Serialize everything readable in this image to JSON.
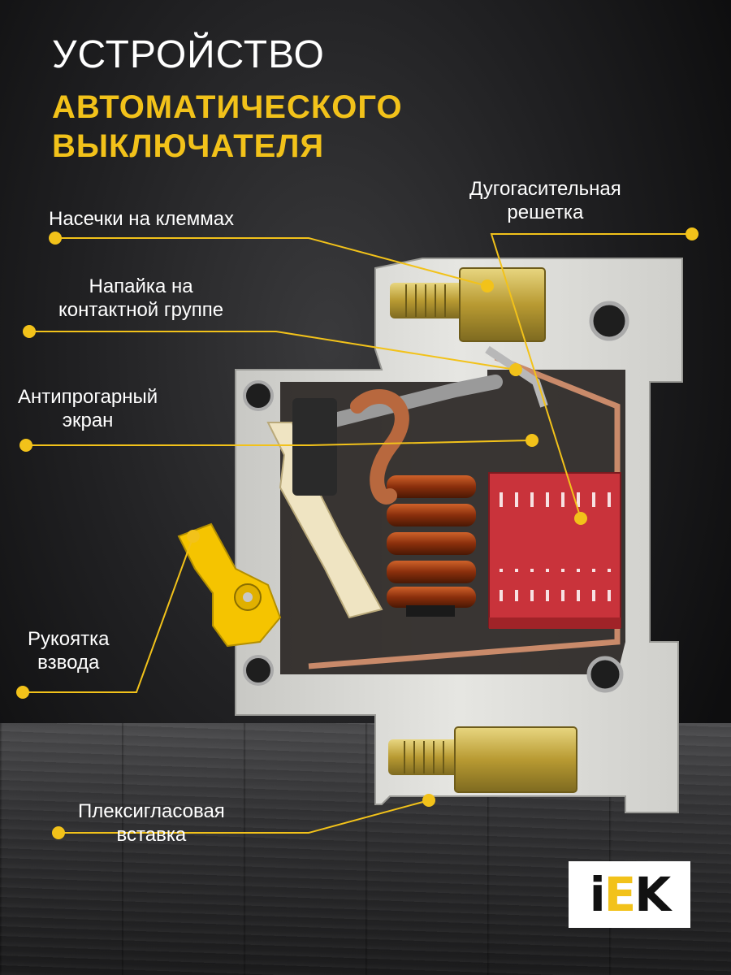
{
  "title": {
    "line1": "УСТРОЙСТВО",
    "line2": "АВТОМАТИЧЕСКОГО",
    "line3": "ВЫКЛЮЧАТЕЛЯ"
  },
  "callouts": [
    {
      "id": "terminal-notches",
      "lines": [
        "Насечки на клеммах"
      ]
    },
    {
      "id": "contact-solder",
      "lines": [
        "Напайка на",
        "контактной группе"
      ]
    },
    {
      "id": "antiburn-screen",
      "lines": [
        "Антипрогарный",
        "экран"
      ]
    },
    {
      "id": "cocking-handle",
      "lines": [
        "Рукоятка",
        "взвода"
      ]
    },
    {
      "id": "plexiglass-insert",
      "lines": [
        "Плексигласовая",
        "вставка"
      ]
    },
    {
      "id": "arc-chute",
      "lines": [
        "Дугогасительная",
        "решетка"
      ]
    }
  ],
  "logo": {
    "part1": "i",
    "part2": "E",
    "part3": "K"
  },
  "colors": {
    "accent": "#f2c21a",
    "text": "#ffffff",
    "background": "#1c1c1e",
    "housing": "#dcdcd8",
    "handle": "#f5c400",
    "arc_chute": "#c9333b",
    "coil": "#9a3a12",
    "brass": "#c9b24a"
  }
}
